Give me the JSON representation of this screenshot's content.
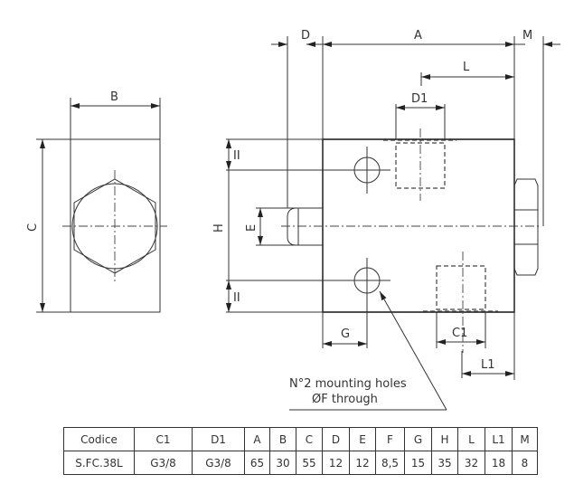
{
  "labels": {
    "A": "A",
    "B": "B",
    "C": "C",
    "D": "D",
    "E": "E",
    "G": "G",
    "H": "H",
    "L": "L",
    "L1": "L1",
    "M": "M",
    "C1": "C1",
    "D1": "D1",
    "I": "II"
  },
  "note": {
    "line1": "N°2 mounting holes",
    "line2": "ØF through"
  },
  "table": {
    "headers": [
      "Codice",
      "C1",
      "D1",
      "A",
      "B",
      "C",
      "D",
      "E",
      "F",
      "G",
      "H",
      "L",
      "L1",
      "M"
    ],
    "rows": [
      [
        "S.FC.38L",
        "G3/8",
        "G3/8",
        "65",
        "30",
        "55",
        "12",
        "12",
        "8,5",
        "15",
        "35",
        "32",
        "18",
        "8"
      ]
    ]
  }
}
